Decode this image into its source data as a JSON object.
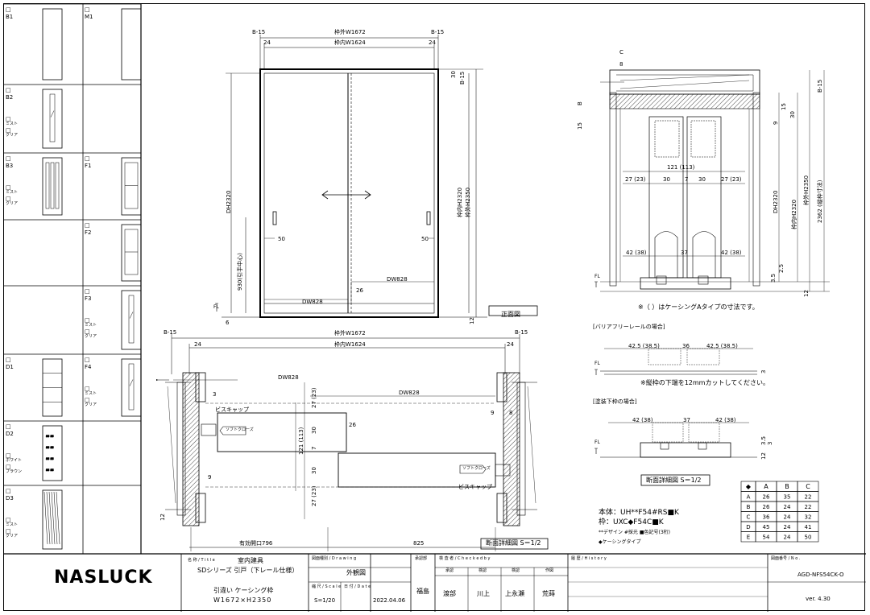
{
  "catalog": {
    "cells": [
      {
        "code": "B1",
        "opts": []
      },
      {
        "code": "M1",
        "opts": []
      },
      {
        "code": "B2",
        "opts": [
          "ミスト",
          "クリア"
        ]
      },
      {
        "code": "",
        "opts": []
      },
      {
        "code": "B3",
        "opts": [
          "ミスト",
          "クリア"
        ]
      },
      {
        "code": "F1",
        "opts": []
      },
      {
        "code": "",
        "opts": []
      },
      {
        "code": "F2",
        "opts": []
      },
      {
        "code": "",
        "opts": []
      },
      {
        "code": "F3",
        "opts": [
          "ミスト",
          "クリア"
        ]
      },
      {
        "code": "D1",
        "opts": []
      },
      {
        "code": "F4",
        "opts": [
          "ミスト",
          "クリア"
        ]
      },
      {
        "code": "D2",
        "opts": [
          "ホワイト",
          "ブラウン"
        ]
      },
      {
        "code": "",
        "opts": []
      },
      {
        "code": "D3",
        "opts": [
          "ミスト",
          "クリア"
        ]
      },
      {
        "code": "",
        "opts": []
      }
    ]
  },
  "front": {
    "b15_left": "B-15",
    "b15_right": "B-15",
    "outer_w": "枠外W1672",
    "inner_w": "枠内W1624",
    "d24_left": "24",
    "d24_right": "24",
    "d30": "30",
    "b15_top": "B-15",
    "dh": "DH2320",
    "inner_h": "枠内H2320",
    "outer_h": "枠外H2350",
    "handle_h": "930(引手中心)",
    "d50_left": "50",
    "d50_right": "50",
    "dw_upper": "DW828",
    "dw_lower": "DW828",
    "d26": "26",
    "d6": "6",
    "d12": "12",
    "fl": "FL",
    "label": "正面図"
  },
  "plan": {
    "b15_left": "B-15",
    "b15_right": "B-15",
    "outer_w": "枠外W1672",
    "inner_w": "枠内W1624",
    "d24_left": "24",
    "d24_right": "24",
    "dw_left": "DW828",
    "dw_right": "DW828",
    "d3": "3",
    "d9": "9",
    "d8": "8",
    "d26": "26",
    "d9b": "9",
    "d12": "12",
    "d27a": "27 (23)",
    "d30a": "30",
    "d7": "7",
    "d30b": "30",
    "d27b": "27 (23)",
    "d121": "121 (113)",
    "screw_cap": "ビスキャップ",
    "soft_close": "ソフトクローズ",
    "effective": "有効開口796",
    "d825": "825",
    "label": "断面詳細図 S＝1/2"
  },
  "section": {
    "c": "C",
    "d8": "8",
    "b8": "B",
    "d15": "15",
    "d9": "9",
    "d15b": "15",
    "d30": "30",
    "b15": "B-15",
    "d121": "121 (113)",
    "d27a": "27 (23)",
    "d30a": "30",
    "d7": "7",
    "d30b": "30",
    "d27b": "27 (23)",
    "d42a": "42 (38)",
    "d37": "37",
    "d42b": "42 (38)",
    "dh": "DH2320",
    "inner_h": "枠内H2320",
    "outer_h": "枠外H2350",
    "total": "2362 (縦枠寸法)",
    "d35": "3.5",
    "d25": "2.5",
    "d12": "12",
    "fl": "FL",
    "note": "※（ ）はケーシングAタイプの寸法です。",
    "barrier_title": "[バリアフリーレールの場合]",
    "b_d42a": "42.5 (38.5)",
    "b_d36": "36",
    "b_d42b": "42.5 (38.5)",
    "b_d3": "3",
    "b_fl": "FL",
    "barrier_note": "※縦枠の下端を12mmカットしてください。",
    "paint_title": "[塗装下枠の場合]",
    "p_d42a": "42 (38)",
    "p_d37": "37",
    "p_d42b": "42 (38)",
    "p_d35": "3.5",
    "p_d3": "3",
    "p_d12": "12",
    "p_fl": "FL",
    "label": "断面詳細図 S＝1/2"
  },
  "casing": {
    "headers": [
      "◆",
      "A",
      "B",
      "C"
    ],
    "rows": [
      [
        "A",
        "26",
        "35",
        "22"
      ],
      [
        "B",
        "26",
        "24",
        "22"
      ],
      [
        "C",
        "36",
        "24",
        "32"
      ],
      [
        "D",
        "45",
        "24",
        "41"
      ],
      [
        "E",
        "54",
        "24",
        "50"
      ]
    ]
  },
  "spec": {
    "body": "本体：UH**F54#RS■K",
    "frame": "枠：UXC◆F54C■K",
    "note": "**デザイン #採光 ■色記号(3桁)",
    "casing_type": "◆ケーシングタイプ"
  },
  "title_block": {
    "logo": "NASLUCK",
    "name_hdr": "名 称 / T i t l e",
    "name1": "室内建具",
    "name2": "SDシリーズ 引戸（下レール仕様）",
    "name3": "引違い ケーシング枠",
    "name4": "W1672×H2350",
    "drawing_hdr": "図面種別 / D r a w i n g",
    "drawing": "外観図",
    "scale_hdr": "縮 尺 / S c a l e",
    "scale": "S=1/20",
    "date_hdr": "日 付 / D a t e",
    "date": "2022.04.06",
    "dept_hdr": "承認部",
    "dept": "福島",
    "check_hdr": "検 査 者 / C h e c k e d  b y",
    "roles": [
      "承認",
      "検認",
      "検認",
      "作図"
    ],
    "names": [
      "渡部",
      "川上",
      "上永瀬",
      "荒蒔"
    ],
    "history_hdr": "履 歴 / H i s t o r y",
    "no_hdr": "図面番号 / N o .",
    "no": "AGD-NFS54CK-O",
    "ver": "ver. 4.30"
  }
}
